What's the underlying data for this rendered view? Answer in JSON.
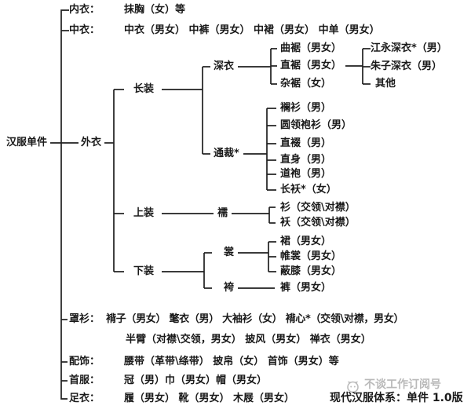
{
  "root": "汉服单件",
  "branches": {
    "neiyi": {
      "label": "内衣：",
      "content": "抹胸（女）等"
    },
    "zhongyi": {
      "label": "中衣：",
      "content": "中衣（男女）  中裤（男女）  中裙（男女）  中单（男女）"
    },
    "waiyi": {
      "label": "外衣"
    },
    "zhaoshan": {
      "label": "罩衫：",
      "line1": "褙子（男女）  氅衣（男）  大袖衫（女） 褙心*（交领\\对襟，男女）",
      "line2": "半臂（对襟\\交领，男女）  披风（男女）  禅衣（男女）"
    },
    "peishi": {
      "label": "配饰：",
      "content": "腰带（革带\\绦带）  披帛（女）  首饰（男女）等"
    },
    "shoufu": {
      "label": "首服：",
      "content": "冠（男）巾（男女）帽（男女）"
    },
    "zuyi": {
      "label": "足衣：",
      "content": "履（男女） 靴（男女） 木屐（男女）"
    }
  },
  "waiyi_tree": {
    "changzhuang": "长装",
    "shenyi": "深衣",
    "quju": "曲裾（男女）",
    "zhiju": "直裾（男女）",
    "zaju": "杂裾（女）",
    "jiangyong": "江永深衣*（男）",
    "zhuzi": "朱子深衣（男）",
    "qita": "其他",
    "tongcai": "通裁*",
    "lanshan": "襕衫（男）",
    "yuanlingpao": "圆领袍衫（男）",
    "zhiduo": "直裰（男）",
    "zhishen": "直身（男）",
    "daopao": "道袍（男）",
    "changao": "长袄*（女）",
    "shangzhuang": "上装",
    "ru": "襦",
    "shan": "衫（交领\\对襟）",
    "ao": "袄（交领\\对襟）",
    "xiazhuang": "下装",
    "chang": "裳",
    "qun": "裙（男女）",
    "weichang": "帷裳（男女）",
    "bixi": "蔽膝（男女）",
    "ku": "袴",
    "kuzi": "裤（男女）"
  },
  "footer": {
    "caption": "现代汉服体系：单件 1.0版"
  },
  "watermark": {
    "text": "不谈工作订阅号"
  },
  "colors": {
    "line": "#1f1f1f",
    "text": "#1a1a1a",
    "watermark": "#b9b9b9",
    "background": "#ffffff"
  }
}
